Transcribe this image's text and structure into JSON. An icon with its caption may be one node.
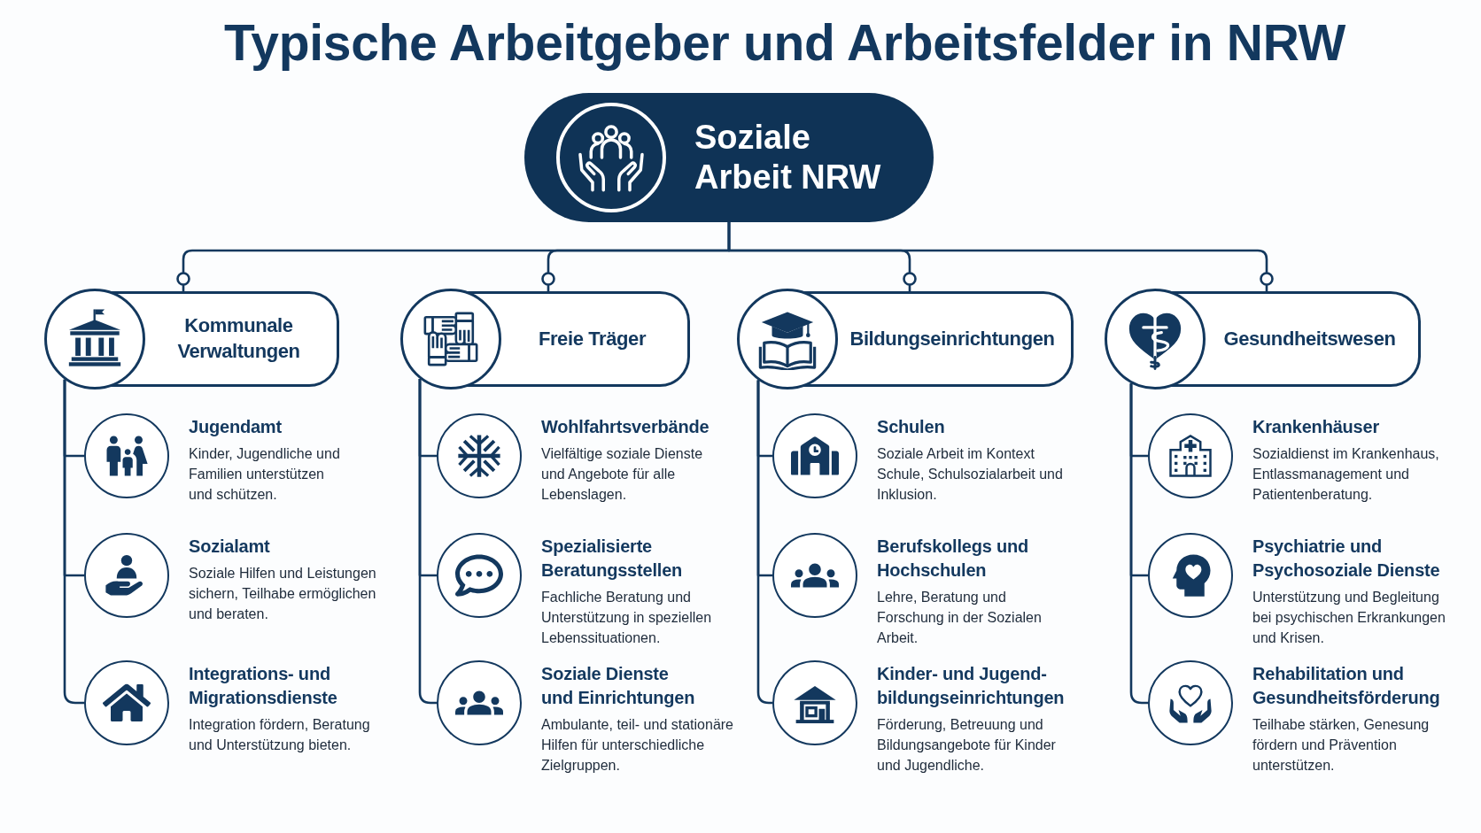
{
  "diagram": {
    "title": "Typische Arbeitgeber und Arbeitsfelder in NRW",
    "nodes": [
      {
        "text": [
          "Soziale Arbeit NRW"
        ]
      },
      {
        "text": [
          "Kommunale Verwaltungen"
        ]
      },
      {
        "text": [
          "Jugendamt",
          "Kinder, Jugendliche und Familien unterstützen und schützen."
        ]
      },
      {
        "text": [
          "Sozialamt",
          "Soziale Hilfen und Leistungen sichern, Teilhabe ermöglichen und beraten."
        ]
      },
      {
        "text": [
          "Integrations- und Migrationsdienste",
          "Integration fördern, Beratung und Unterstützung bieten."
        ]
      },
      {
        "text": [
          "Freie Träger"
        ]
      },
      {
        "text": [
          "Wohlfahrtsverbände",
          "Vielfältige soziale Dienste und Angebote für alle Lebenslagen."
        ]
      },
      {
        "text": [
          "Spezialisierte Beratungsstellen",
          "Fachliche Beratung und Unterstützung in speziellen Lebenssituationen."
        ]
      },
      {
        "text": [
          "Soziale Dienste und Einrichtungen",
          "Ambulante, teil- und stationäre Hilfen für unterschiedliche Zielgruppen."
        ]
      },
      {
        "text": [
          "Bildungseinrichtungen"
        ]
      },
      {
        "text": [
          "Schulen",
          "Soziale Arbeit im Kontext Schule, Schulsozialarbeit und Inklusion."
        ]
      },
      {
        "text": [
          "Berufskollegs und Hochschulen",
          "Lehre, Beratung und Forschung in der Sozialen Arbeit."
        ]
      },
      {
        "text": [
          "Kinder- und Jugend- bildungseinrichtungen",
          "Förderung, Betreuung und Bildungsangebote für Kinder und Jugendliche."
        ]
      },
      {
        "text": [
          "Gesundheitswesen"
        ]
      },
      {
        "text": [
          "Krankenhäuser",
          "Sozialdienst im Krankenhaus, Entlassmanagement und Patientenberatung."
        ]
      },
      {
        "text": [
          "Psychiatrie und Psychosoziale Dienste",
          "Unterstützung und Begleitung bei psychischen Erkrankungen und Krisen."
        ]
      },
      {
        "text": [
          "Rehabilitation und Gesundheitsförderung",
          "Teilhabe stärken, Genesung fördern und Prävention unterstützen."
        ]
      }
    ],
    "edges": [
      {
        "from": 0,
        "to": 1,
        "arrow": "other"
      },
      {
        "from": 0,
        "to": 5,
        "arrow": "other"
      },
      {
        "from": 0,
        "to": 9,
        "arrow": "other"
      },
      {
        "from": 0,
        "to": 13,
        "arrow": "other"
      },
      {
        "from": 1,
        "to": 2,
        "arrow": "none"
      },
      {
        "from": 1,
        "to": 3,
        "arrow": "none"
      },
      {
        "from": 1,
        "to": 4,
        "arrow": "none"
      },
      {
        "from": 5,
        "to": 6,
        "arrow": "none"
      },
      {
        "from": 5,
        "to": 7,
        "arrow": "none"
      },
      {
        "from": 5,
        "to": 8,
        "arrow": "none"
      },
      {
        "from": 9,
        "to": 10,
        "arrow": "none"
      },
      {
        "from": 9,
        "to": 11,
        "arrow": "none"
      },
      {
        "from": 9,
        "to": 12,
        "arrow": "none"
      },
      {
        "from": 13,
        "to": 14,
        "arrow": "none"
      },
      {
        "from": 13,
        "to": 15,
        "arrow": "none"
      },
      {
        "from": 13,
        "to": 16,
        "arrow": "none"
      }
    ]
  }
}
